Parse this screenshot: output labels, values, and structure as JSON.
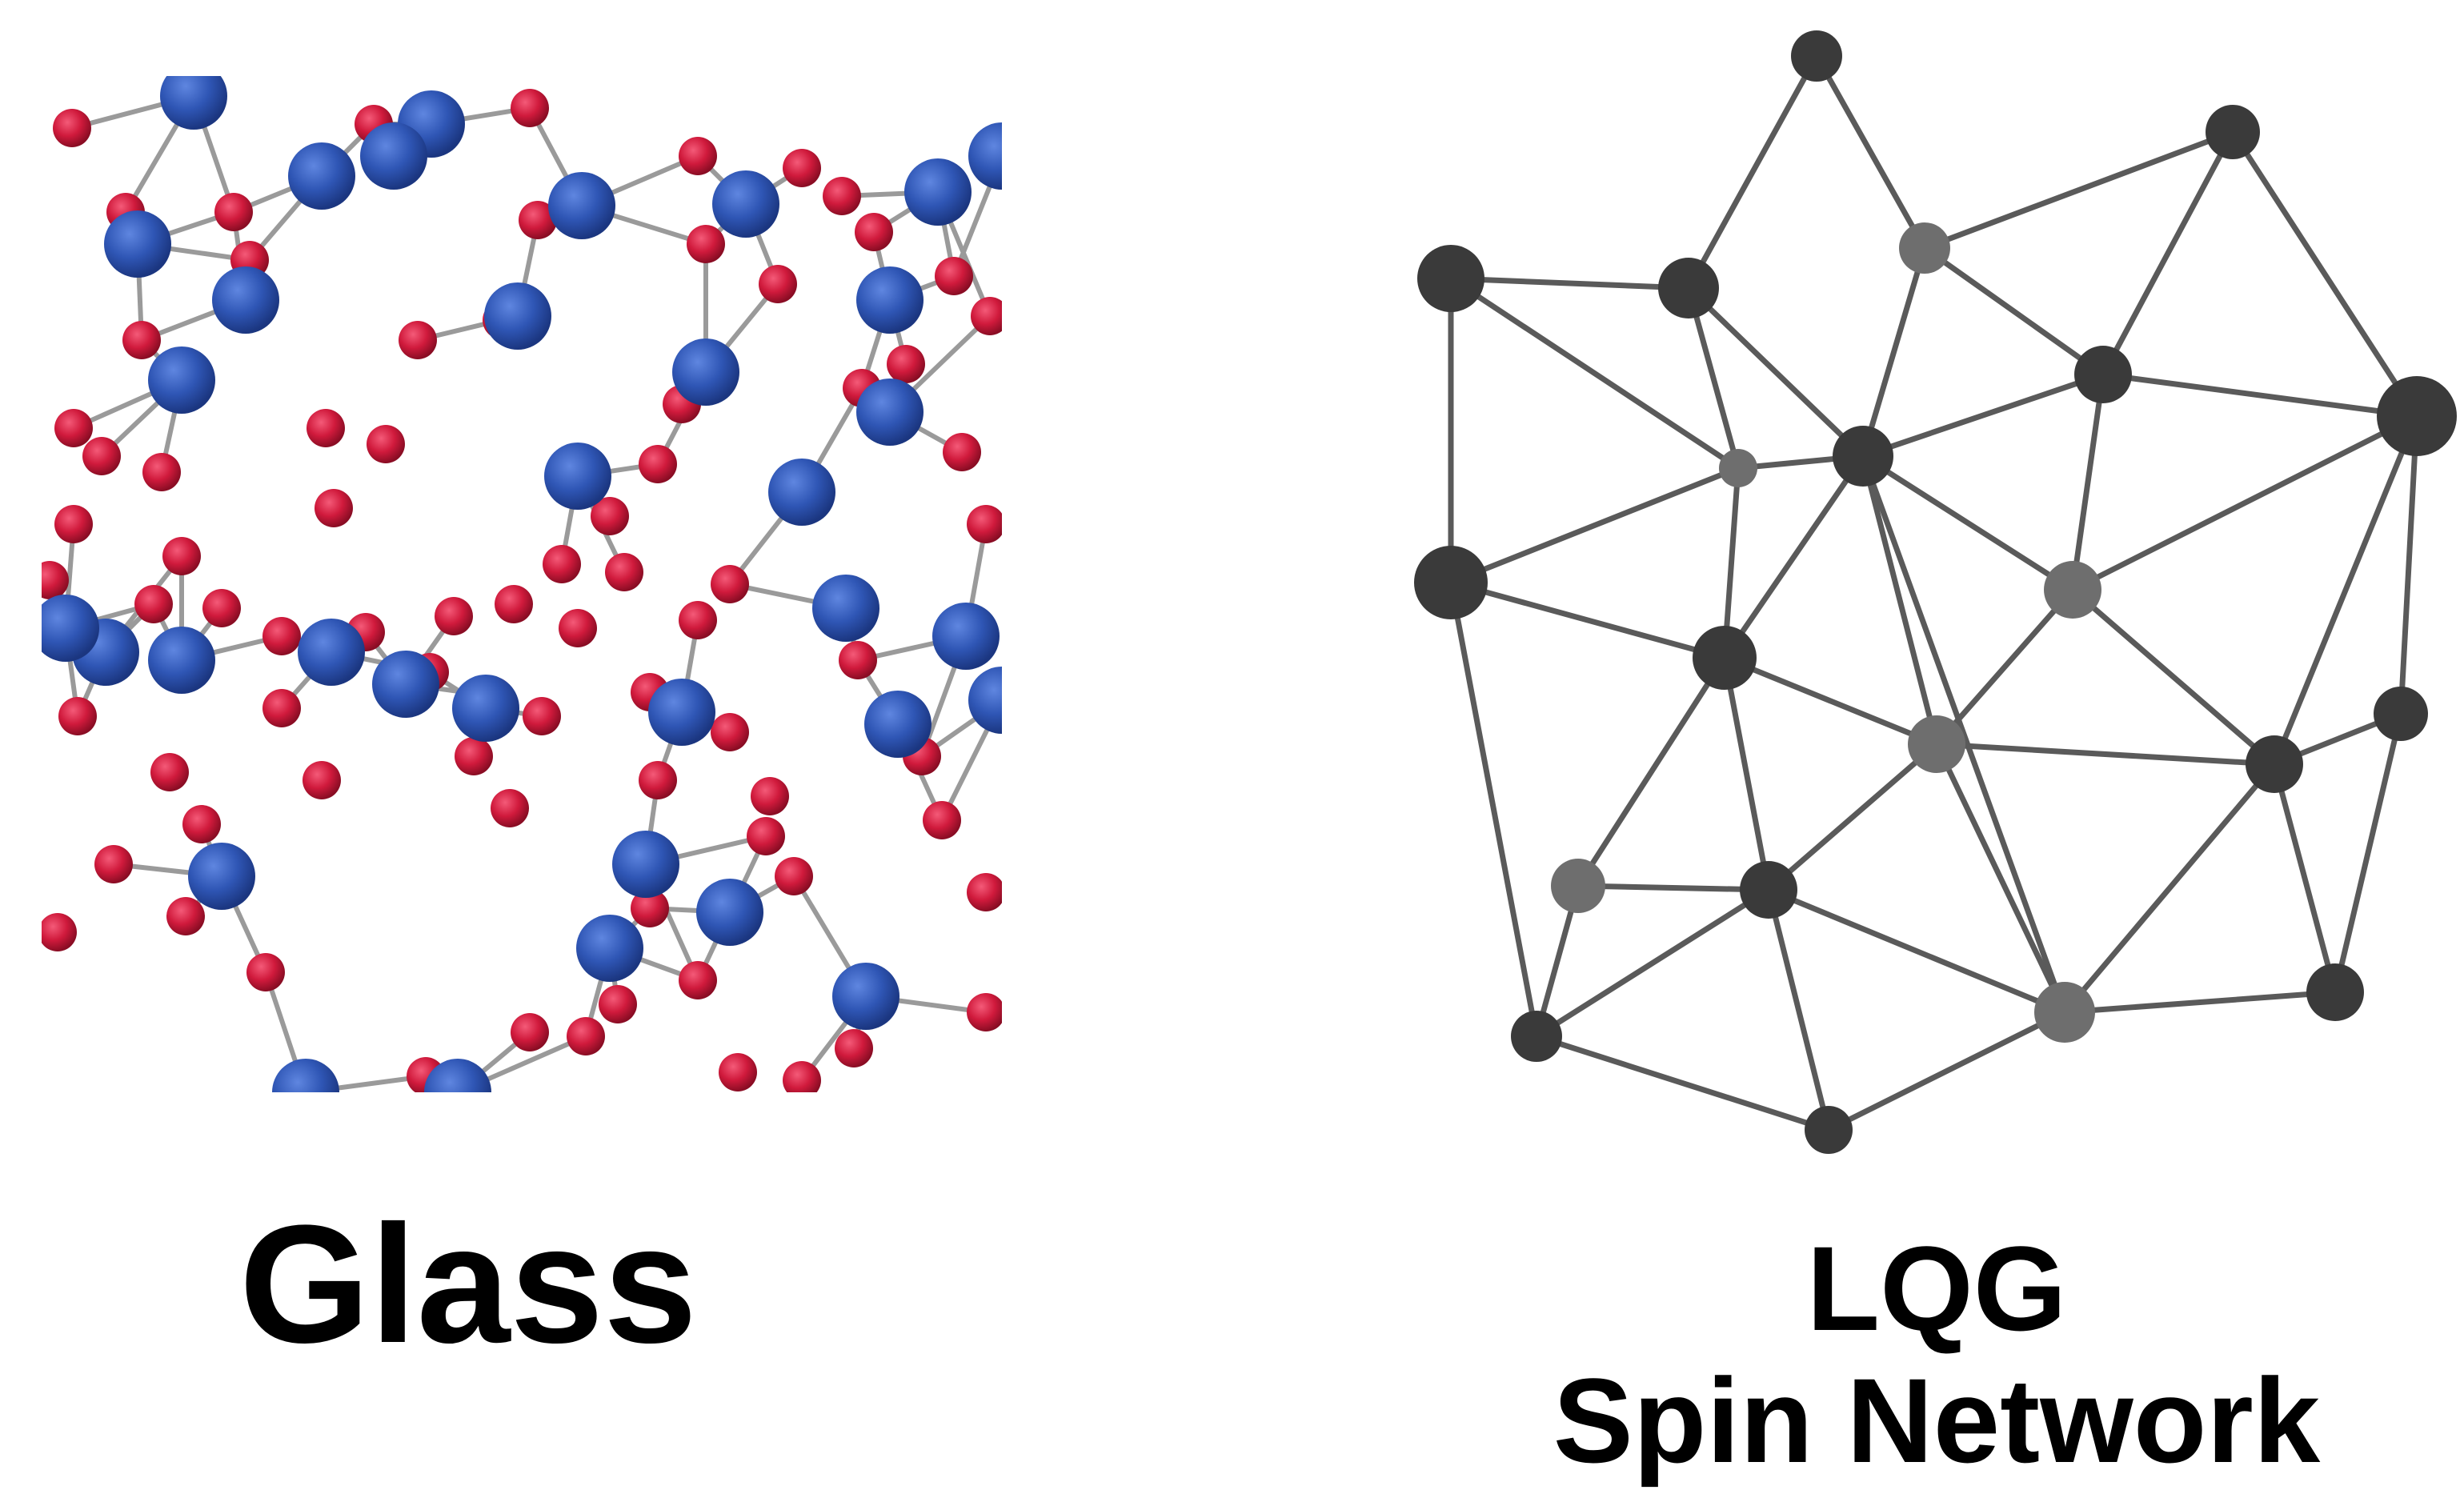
{
  "captions": {
    "glass": "Glass",
    "spin_title": "LQG",
    "spin_subtitle": "Spin Network"
  },
  "colors": {
    "glass_large_atom": "#2f56b5",
    "glass_small_atom": "#d01a3c",
    "glass_bond": "#9a9a9a",
    "spin_edge": "#5a5a5a",
    "spin_node_dark": "#3a3a3a",
    "spin_node_light": "#6e6e6e",
    "caption_text": "#000000"
  }
}
